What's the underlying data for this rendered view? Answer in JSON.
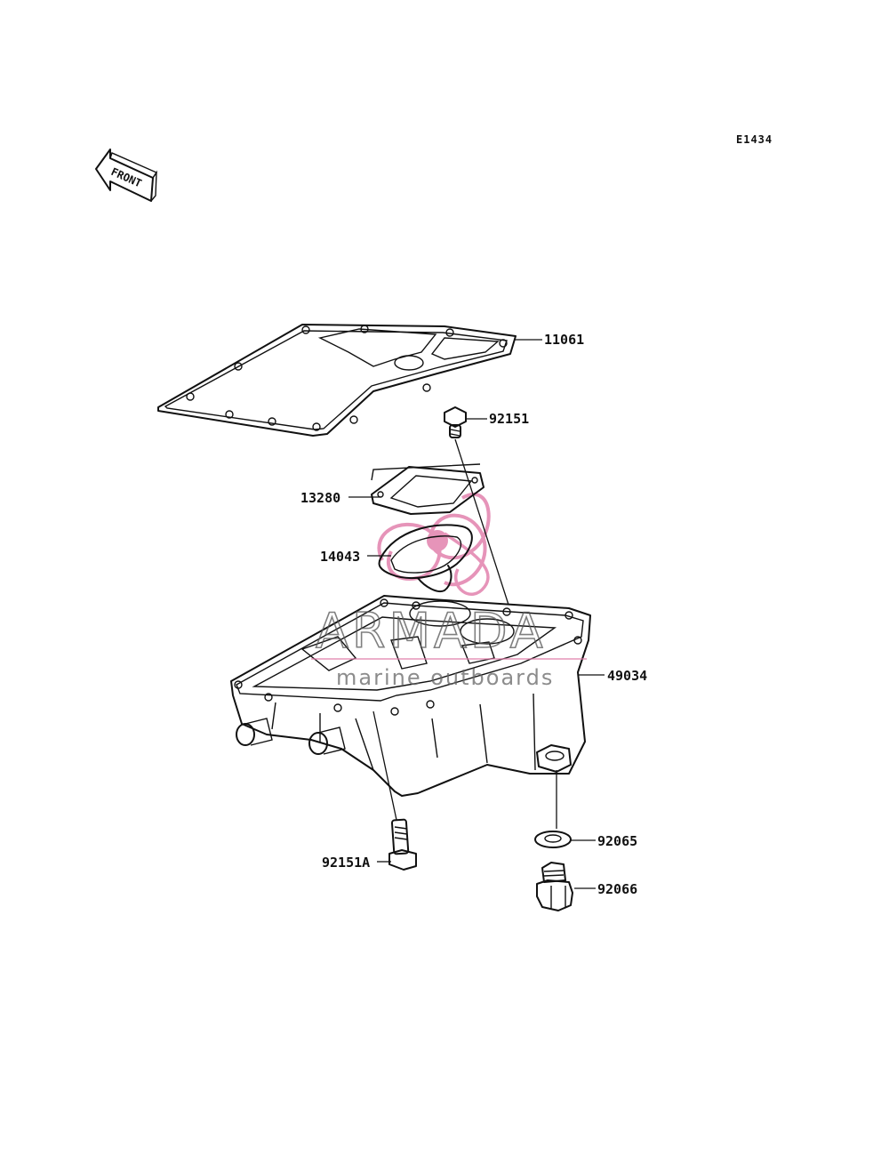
{
  "diagram": {
    "code": "E1434",
    "front_label": "FRONT",
    "parts": [
      {
        "id": "p1",
        "number": "11061"
      },
      {
        "id": "p2",
        "number": "92151"
      },
      {
        "id": "p3",
        "number": "13280"
      },
      {
        "id": "p4",
        "number": "14043"
      },
      {
        "id": "p5",
        "number": "49034"
      },
      {
        "id": "p6",
        "number": "92065"
      },
      {
        "id": "p7",
        "number": "92066"
      },
      {
        "id": "p8",
        "number": "92151A"
      }
    ]
  },
  "watermark": {
    "brand": "ARMADA",
    "tagline": "marine outboards",
    "accent_color": "#e07aa8"
  }
}
